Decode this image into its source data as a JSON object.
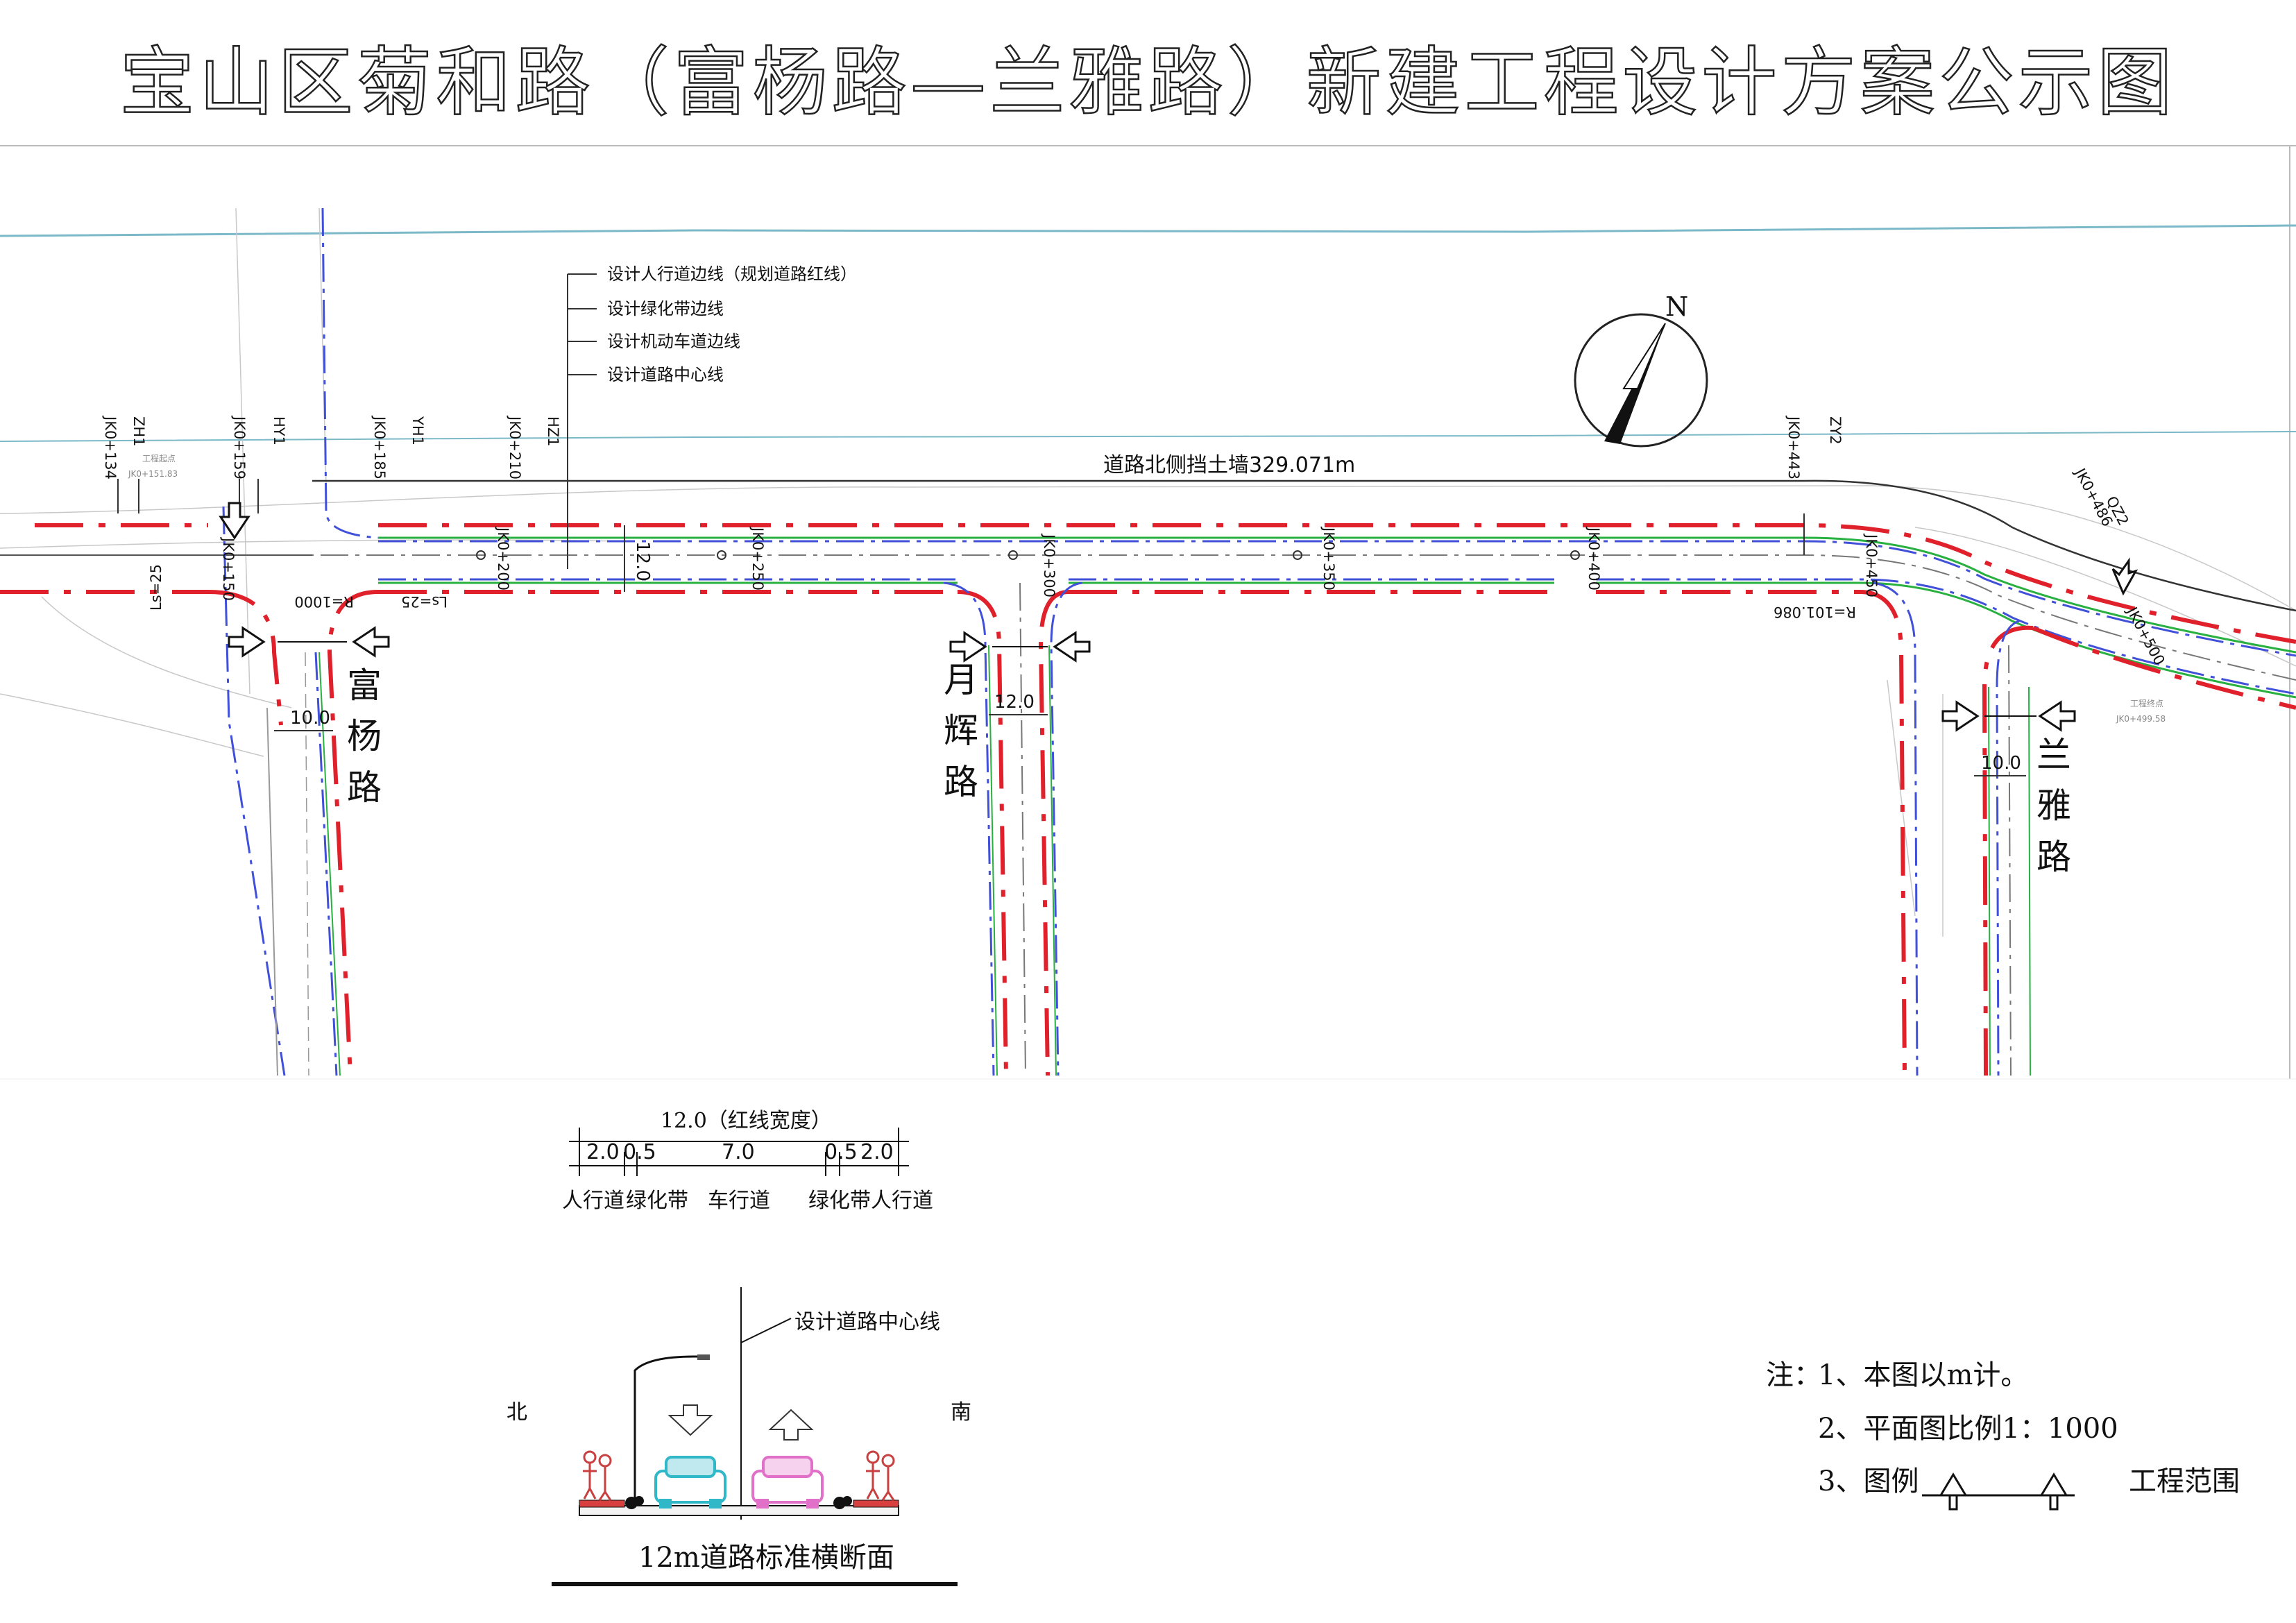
{
  "title": "宝山区菊和路（富杨路—兰雅路）新建工程设计方案公示图",
  "legend_lines": [
    "设计人行道边线（规划道路红线）",
    "设计绿化带边线",
    "设计机动车道边线",
    "设计道路中心线"
  ],
  "north_label": "N",
  "wall_label": "道路北侧挡土墙329.071m",
  "stations_top": [
    "JK0+134",
    "ZH1",
    "JK0+159",
    "HY1",
    "JK0+185",
    "YH1",
    "JK0+210",
    "HZ1",
    "JK0+443",
    "ZY2"
  ],
  "stations_mid": [
    "JK0+150",
    "JK0+200",
    "JK0+250",
    "JK0+300",
    "JK0+350",
    "JK0+400",
    "JK0+450",
    "JK0+486",
    "QZ2",
    "JK0+500"
  ],
  "curve_labels": {
    "ls_left": "Ls=25",
    "ls_mid": "Ls=25",
    "r_left": "R=1000",
    "r_right": "R=101.086",
    "start_point": "工程起点",
    "start_station": "JK0+151.83",
    "end_point": "工程终点",
    "end_station": "JK0+499.58"
  },
  "widths": {
    "main_road": "12.0",
    "fuyang": "10.0",
    "yuehui": "12.0",
    "lanya": "10.0"
  },
  "road_names": {
    "fuyang": "富杨路",
    "yuehui": "月辉路",
    "lanya": "兰雅路"
  },
  "cross_section": {
    "total": "12.0（红线宽度）",
    "dims": [
      "2.0",
      "0.5",
      "7.0",
      "0.5",
      "2.0"
    ],
    "parts": [
      "人行道",
      "绿化带",
      "车行道",
      "绿化带",
      "人行道"
    ],
    "centerline_label": "设计道路中心线",
    "north": "北",
    "south": "南",
    "caption": "12m道路标准横断面"
  },
  "notes": {
    "prefix": "注：",
    "items": [
      "1、本图以m计。",
      "2、平面图比例1：1000",
      "3、图例"
    ],
    "legend_label": "工程范围"
  },
  "colors": {
    "red_line": "#e0202a",
    "green_line": "#28b040",
    "blue_line": "#4050d8",
    "river": "#7bb8c8",
    "car_left": "#30b8c8",
    "car_right": "#e070c8",
    "figure": "#c84040"
  }
}
